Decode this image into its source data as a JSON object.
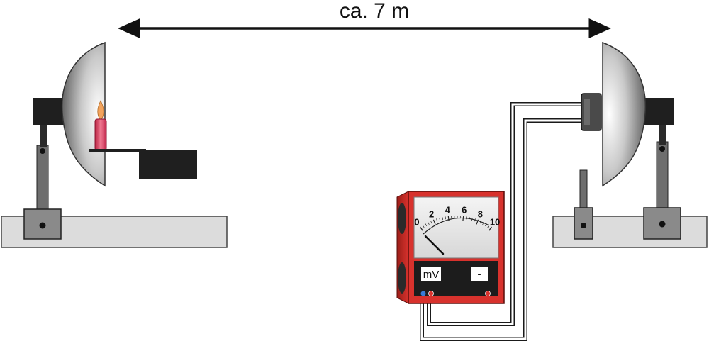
{
  "distance_label": "ca. 7 m",
  "meter": {
    "scale_ticks": [
      "0",
      "2",
      "4",
      "6",
      "8",
      "10"
    ],
    "unit_label": "mV",
    "range_label": "-",
    "needle_value": 0.6
  },
  "colors": {
    "meter_body": "#d8322d",
    "meter_dark": "#1c1c1c",
    "candle": "#e23a5a",
    "flame": "#f3a35c",
    "rail": "#dcdcdc",
    "stand": "#6e6e6e",
    "wire": "#1a1a1a"
  },
  "icons": {
    "source_reflector": "parabolic-mirror-left",
    "detector_reflector": "parabolic-mirror-right",
    "candle": "candle-icon",
    "thermopile": "thermopile-icon",
    "meter": "galvanometer-icon"
  }
}
